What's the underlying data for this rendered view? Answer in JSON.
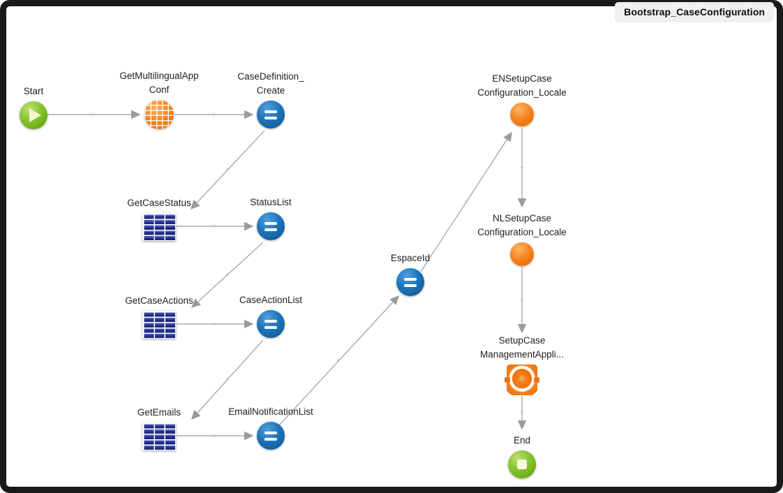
{
  "tab": {
    "title": "Bootstrap_CaseConfiguration",
    "background": "#f0f0f0"
  },
  "colors": {
    "canvas": "#ffffff",
    "frame": "#191919",
    "connector_gray": "#a9a9a9",
    "node_green": "#8cc63e",
    "node_blue": "#1b75bb",
    "node_orange": "#f58220",
    "table_navy": "#2a318c",
    "label_text": "#1e1e1e"
  },
  "diagram": {
    "nodes": [
      {
        "id": "start",
        "label": "Start",
        "type": "start",
        "icon": "start-play-icon"
      },
      {
        "id": "get-multilingual-app-conf",
        "label": "GetMultilingualApp\nConf",
        "type": "query",
        "icon": "globe-grid-icon"
      },
      {
        "id": "case-definition-create",
        "label": "CaseDefinition_\nCreate",
        "type": "assign",
        "icon": "assign-equals-icon"
      },
      {
        "id": "get-case-status",
        "label": "GetCaseStatus",
        "type": "aggregate",
        "icon": "table-grid-icon"
      },
      {
        "id": "status-list",
        "label": "StatusList",
        "type": "assign",
        "icon": "assign-equals-icon"
      },
      {
        "id": "get-case-actions",
        "label": "GetCaseActions",
        "type": "aggregate",
        "icon": "table-grid-icon"
      },
      {
        "id": "case-action-list",
        "label": "CaseActionList",
        "type": "assign",
        "icon": "assign-equals-icon"
      },
      {
        "id": "get-emails",
        "label": "GetEmails",
        "type": "aggregate",
        "icon": "table-grid-icon"
      },
      {
        "id": "email-notification-list",
        "label": "EmailNotificationList",
        "type": "assign",
        "icon": "assign-equals-icon"
      },
      {
        "id": "espace-id",
        "label": "EspaceId",
        "type": "assign",
        "icon": "assign-equals-icon"
      },
      {
        "id": "en-setup-case-configuration-locale",
        "label": "ENSetupCase\nConfiguration_Locale",
        "type": "action",
        "icon": "action-sphere-icon"
      },
      {
        "id": "nl-setup-case-configuration-locale",
        "label": "NLSetupCase\nConfiguration_Locale",
        "type": "action",
        "icon": "action-sphere-icon"
      },
      {
        "id": "setup-case-management-appli",
        "label": "SetupCase\nManagementAppli...",
        "type": "action",
        "icon": "action-ring-icon"
      },
      {
        "id": "end",
        "label": "End",
        "type": "end",
        "icon": "end-stop-icon"
      }
    ],
    "connections": [
      {
        "from": "start",
        "to": "get-multilingual-app-conf"
      },
      {
        "from": "get-multilingual-app-conf",
        "to": "case-definition-create"
      },
      {
        "from": "case-definition-create",
        "to": "get-case-status"
      },
      {
        "from": "get-case-status",
        "to": "status-list"
      },
      {
        "from": "status-list",
        "to": "get-case-actions"
      },
      {
        "from": "get-case-actions",
        "to": "case-action-list"
      },
      {
        "from": "case-action-list",
        "to": "get-emails"
      },
      {
        "from": "get-emails",
        "to": "email-notification-list"
      },
      {
        "from": "email-notification-list",
        "to": "espace-id"
      },
      {
        "from": "espace-id",
        "to": "en-setup-case-configuration-locale"
      },
      {
        "from": "en-setup-case-configuration-locale",
        "to": "nl-setup-case-configuration-locale"
      },
      {
        "from": "nl-setup-case-configuration-locale",
        "to": "setup-case-management-appli"
      },
      {
        "from": "setup-case-management-appli",
        "to": "end"
      }
    ]
  }
}
